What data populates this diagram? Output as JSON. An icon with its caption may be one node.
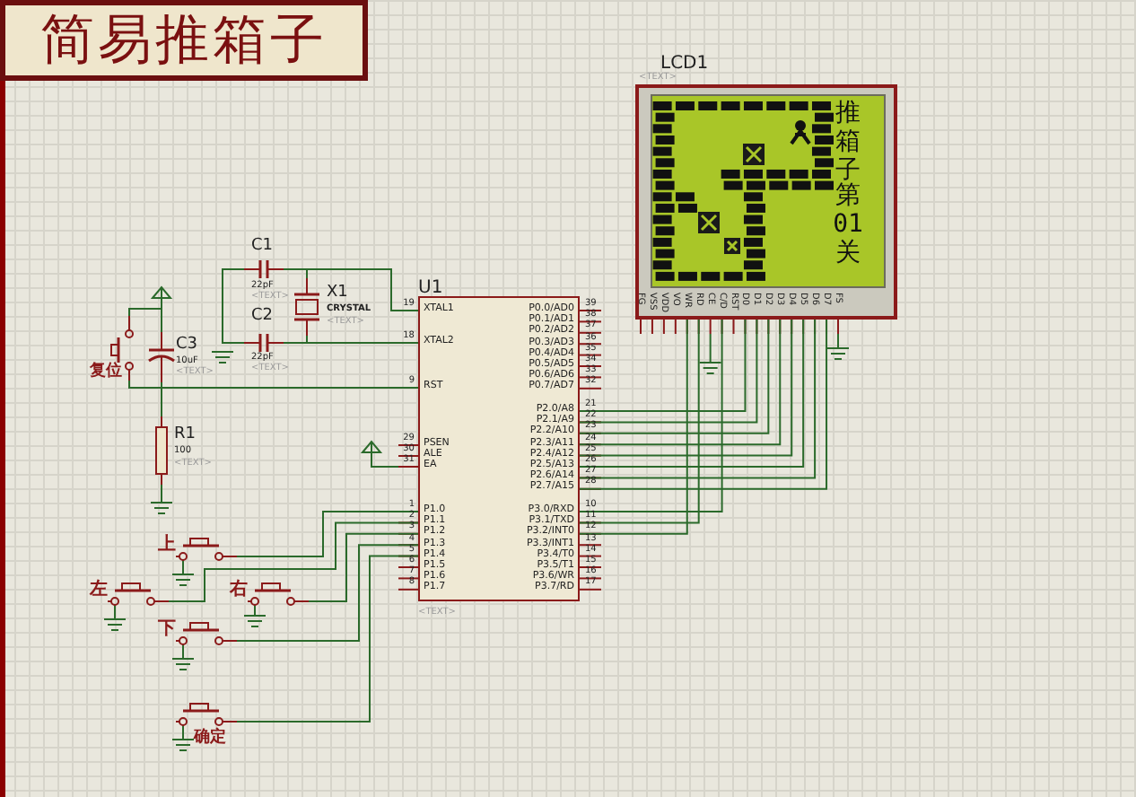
{
  "diagram": {
    "title": "简易推箱子",
    "nodes": [
      {
        "text": [
          "LCD1",
          "<TEXT>"
        ]
      },
      {
        "text": [
          "U1",
          "<TEXT>"
        ]
      },
      {
        "text": [
          "C1",
          "22pF",
          "<TEXT>"
        ]
      },
      {
        "text": [
          "X1",
          "CRYSTAL",
          "<TEXT>"
        ]
      },
      {
        "text": [
          "C2",
          "22pF",
          "<TEXT>"
        ]
      },
      {
        "text": [
          "复位"
        ]
      },
      {
        "text": [
          "C3",
          "10uF",
          "<TEXT>"
        ]
      },
      {
        "text": [
          "R1",
          "100",
          "<TEXT>"
        ]
      },
      {
        "text": [
          "上"
        ]
      },
      {
        "text": [
          "左"
        ]
      },
      {
        "text": [
          "右"
        ]
      },
      {
        "text": [
          "下"
        ]
      },
      {
        "text": [
          "确定"
        ]
      }
    ],
    "edges": [
      {
        "from": 2,
        "to": 1,
        "arrow": "none"
      },
      {
        "from": 3,
        "to": 2,
        "arrow": "none"
      },
      {
        "from": 4,
        "to": 1,
        "arrow": "none"
      },
      {
        "from": 3,
        "to": 4,
        "arrow": "none"
      },
      {
        "from": 2,
        "to": 4,
        "arrow": "none"
      },
      {
        "from": 5,
        "to": 6,
        "arrow": "none"
      },
      {
        "from": 6,
        "to": 7,
        "arrow": "none"
      },
      {
        "from": 5,
        "to": 1,
        "arrow": "none"
      },
      {
        "from": 8,
        "to": 1,
        "arrow": "none"
      },
      {
        "from": 9,
        "to": 1,
        "arrow": "none"
      },
      {
        "from": 10,
        "to": 1,
        "arrow": "none"
      },
      {
        "from": 11,
        "to": 1,
        "arrow": "none"
      },
      {
        "from": 12,
        "to": 1,
        "arrow": "none"
      },
      {
        "from": 0,
        "to": 1,
        "arrow": "none"
      },
      {
        "from": 0,
        "to": 1,
        "arrow": "none"
      },
      {
        "from": 0,
        "to": 1,
        "arrow": "none"
      },
      {
        "from": 0,
        "to": 1,
        "arrow": "none"
      },
      {
        "from": 0,
        "to": 1,
        "arrow": "none"
      },
      {
        "from": 0,
        "to": 1,
        "arrow": "none"
      },
      {
        "from": 0,
        "to": 1,
        "arrow": "none"
      },
      {
        "from": 0,
        "to": 1,
        "arrow": "none"
      },
      {
        "from": 0,
        "to": 1,
        "arrow": "none"
      },
      {
        "from": 0,
        "to": 1,
        "arrow": "none"
      },
      {
        "from": 0,
        "to": 1,
        "arrow": "none"
      }
    ],
    "labels": [
      "XTAL1",
      "XTAL2",
      "RST",
      "PSEN",
      "ALE",
      "EA",
      "P1.0",
      "P1.1",
      "P1.2",
      "P1.3",
      "P1.4",
      "P1.5",
      "P1.6",
      "P1.7",
      "P0.0/AD0",
      "P0.1/AD1",
      "P0.2/AD2",
      "P0.3/AD3",
      "P0.4/AD4",
      "P0.5/AD5",
      "P0.6/AD6",
      "P0.7/AD7",
      "P2.0/A8",
      "P2.1/A9",
      "P2.2/A10",
      "P2.3/A11",
      "P2.4/A12",
      "P2.5/A13",
      "P2.6/A14",
      "P2.7/A15",
      "P3.0/RXD",
      "P3.1/TXD",
      "P3.2/INT0",
      "P3.3/INT1",
      "P3.4/T0",
      "P3.5/T1",
      "P3.6/WR",
      "P3.7/RD",
      "19",
      "18",
      "9",
      "29",
      "30",
      "31",
      "1",
      "2",
      "3",
      "4",
      "5",
      "6",
      "7",
      "8",
      "39",
      "38",
      "37",
      "36",
      "35",
      "34",
      "33",
      "32",
      "21",
      "22",
      "23",
      "24",
      "25",
      "26",
      "27",
      "28",
      "10",
      "11",
      "12",
      "13",
      "14",
      "15",
      "16",
      "17",
      "FG",
      "VSS",
      "VDD",
      "VO",
      "WR",
      "RD",
      "CE",
      "C/D",
      "RST",
      "D0",
      "D1",
      "D2",
      "D3",
      "D4",
      "D5",
      "D6",
      "D7",
      "FS",
      "推箱子",
      "第01关"
    ]
  }
}
